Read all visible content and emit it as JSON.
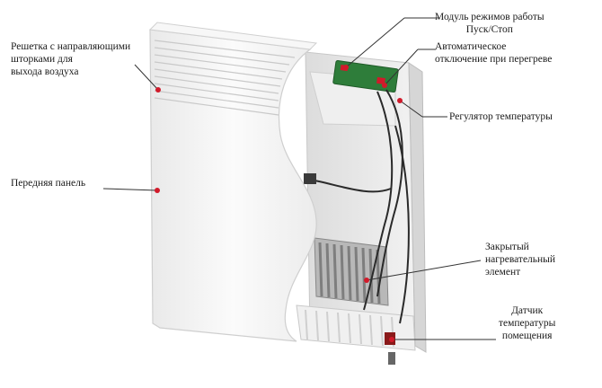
{
  "labels": {
    "grille": [
      "Решетка с направляющими",
      "шторками для",
      "выхода воздуха"
    ],
    "front_panel": [
      "Передняя панель"
    ],
    "mode_module": [
      "Модуль режимов работы",
      "Пуск/Стоп"
    ],
    "auto_shutoff": [
      "Автоматическое",
      "отключение при перегреве"
    ],
    "thermostat": [
      "Регулятор температуры"
    ],
    "heating_element": [
      "Закрытый",
      "нагревательный",
      "элемент"
    ],
    "room_sensor": [
      "Датчик",
      "температуры",
      "помещения"
    ]
  },
  "colors": {
    "pointer_dot": "#d11a2a",
    "leader_line": "#333333",
    "panel_white": "#f4f4f4",
    "panel_shadow": "#d9d9d9",
    "board_green": "#2e7d3a",
    "element_grey": "#9a9a9a"
  },
  "icons": [
    "heater-illustration"
  ]
}
